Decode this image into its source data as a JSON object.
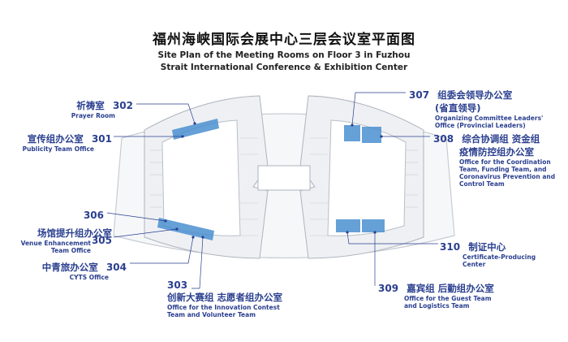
{
  "title": {
    "cn": "福州海峡国际会展中心三层会议室平面图",
    "en_line1": "Site Plan of the Meeting Rooms on Floor 3 in Fuzhou",
    "en_line2": "Strait International Conference & Exhibition Center"
  },
  "rooms": {
    "r302": {
      "num": "302",
      "cn": "祈祷室",
      "en1": "Prayer Room"
    },
    "r301": {
      "num": "301",
      "cn": "宣传组办公室",
      "en1": "Publicity Team Office"
    },
    "r306": {
      "num": "306"
    },
    "r305": {
      "num": "305",
      "cn": "场馆提升组办公室",
      "en1": "Venue Enhancement",
      "en2": "Team Office"
    },
    "r304": {
      "num": "304",
      "cn": "中青旅办公室",
      "en1": "CYTS Office"
    },
    "r303": {
      "num": "303",
      "cn": "创新大赛组 志愿者组办公室",
      "en1": "Office for the Innovation Contest",
      "en2": "Team and Volunteer Team"
    },
    "r307": {
      "num": "307",
      "cn1": "组委会领导办公室",
      "cn2": "(省直领导)",
      "en1": "Organizing Committee Leaders'",
      "en2": "Office (Provincial Leaders)"
    },
    "r308": {
      "num": "308",
      "cn1": "综合协调组 资金组",
      "cn2": "疫情防控组办公室",
      "en1": "Office for the Coordination",
      "en2": "Team, Funding Team, and",
      "en3": "Coronavirus Prevention and",
      "en4": "Control Team"
    },
    "r310": {
      "num": "310",
      "cn": "制证中心",
      "en1": "Certificate-Producing",
      "en2": "Center"
    },
    "r309": {
      "num": "309",
      "cn": "嘉宾组 后勤组办公室",
      "en1": "Office for the Guest Team",
      "en2": "and Logistics Team"
    }
  },
  "colors": {
    "label": "#2a3f8f",
    "highlight": "#4a8fd0",
    "floor_fill": "#eef0f3",
    "floor_line": "#b9bfc8",
    "leader": "#2a3f8f"
  }
}
